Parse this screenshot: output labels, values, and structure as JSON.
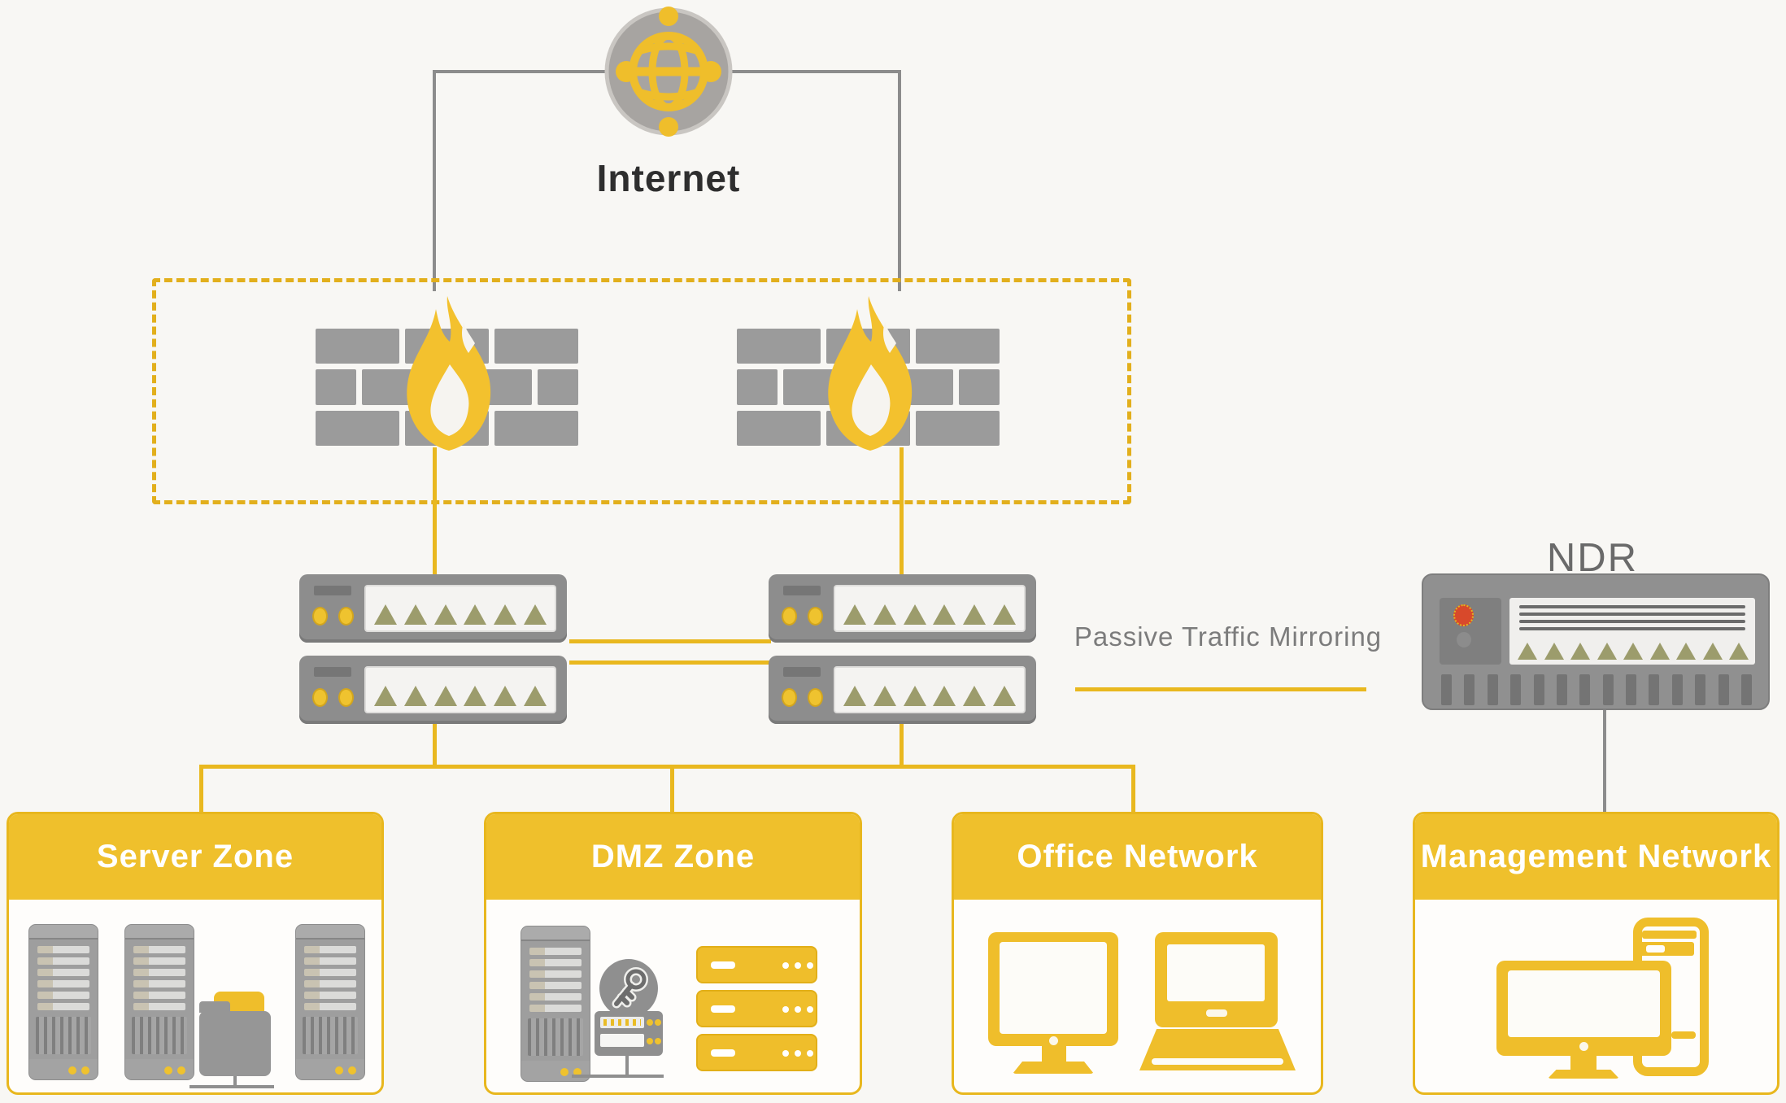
{
  "internet": {
    "label": "Internet"
  },
  "mirroring": {
    "label": "Passive Traffic Mirroring"
  },
  "ndr": {
    "label": "NDR"
  },
  "firewalls": {
    "count": 2
  },
  "switches": {
    "stacks": 2,
    "switches_per_stack": 2,
    "ports_per_switch": 6
  },
  "zones": [
    {
      "id": "server-zone",
      "label": "Server Zone"
    },
    {
      "id": "dmz-zone",
      "label": "DMZ Zone"
    },
    {
      "id": "office-network",
      "label": "Office Network"
    },
    {
      "id": "management-network",
      "label": "Management Network"
    }
  ],
  "icons": [
    "globe-icon",
    "firewall-flame-icon",
    "switch-icon",
    "ndr-appliance-icon",
    "server-tower-icon",
    "folder-icon",
    "key-disk-icon",
    "rack-server-icon",
    "desktop-icon",
    "laptop-icon",
    "tablet-icon"
  ],
  "colors": {
    "accent_yellow": "#EFBE2B",
    "header_yellow": "#EFC02C",
    "line_yellow": "#E9B81F",
    "dashed_border_yellow": "#E2AF1C",
    "device_gray": "#8F8F8F",
    "brick_gray": "#9B9B9B",
    "line_gray": "#8C8C8C",
    "port_olive": "#9C9C6C",
    "red_led": "#D8492B",
    "text_dark": "#2E2E2E",
    "text_gray": "#7C7C7C",
    "background": "#F8F7F4"
  }
}
